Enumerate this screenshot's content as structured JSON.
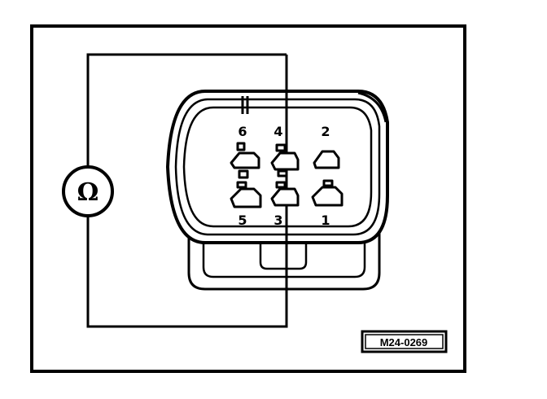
{
  "diagram": {
    "meter_symbol": "Ω",
    "pins": [
      {
        "label": "6"
      },
      {
        "label": "4"
      },
      {
        "label": "2"
      },
      {
        "label": "5"
      },
      {
        "label": "3"
      },
      {
        "label": "1"
      }
    ],
    "reference_code": "M24-0269",
    "colors": {
      "line": "#000000",
      "background": "#ffffff"
    }
  }
}
